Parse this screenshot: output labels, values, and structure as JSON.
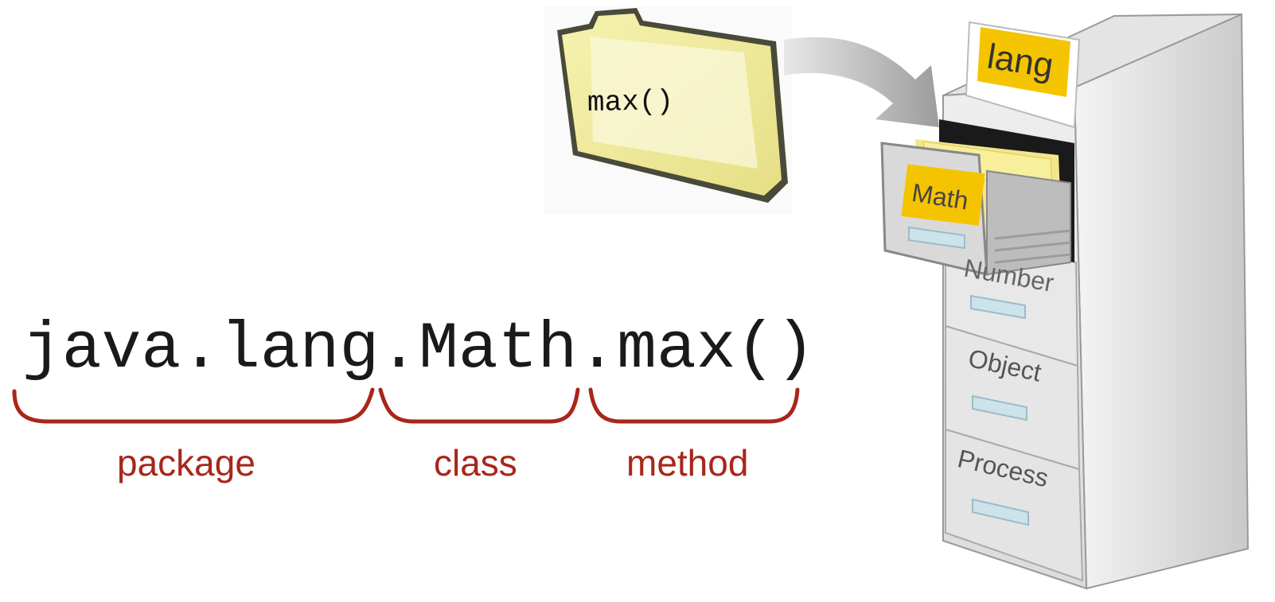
{
  "code": {
    "package": "java.lang",
    "class_part": ".Math",
    "method_part": ".max()"
  },
  "labels": {
    "package": "package",
    "class": "class",
    "method": "method"
  },
  "folder": {
    "text": "max()"
  },
  "cabinet": {
    "top_tag": "lang",
    "drawers": [
      "Math",
      "Number",
      "Object",
      "Process"
    ]
  },
  "colors": {
    "brace": "#a8261b",
    "label": "#a8261b",
    "tag": "#f5c400",
    "folder": "#f2eea0"
  }
}
